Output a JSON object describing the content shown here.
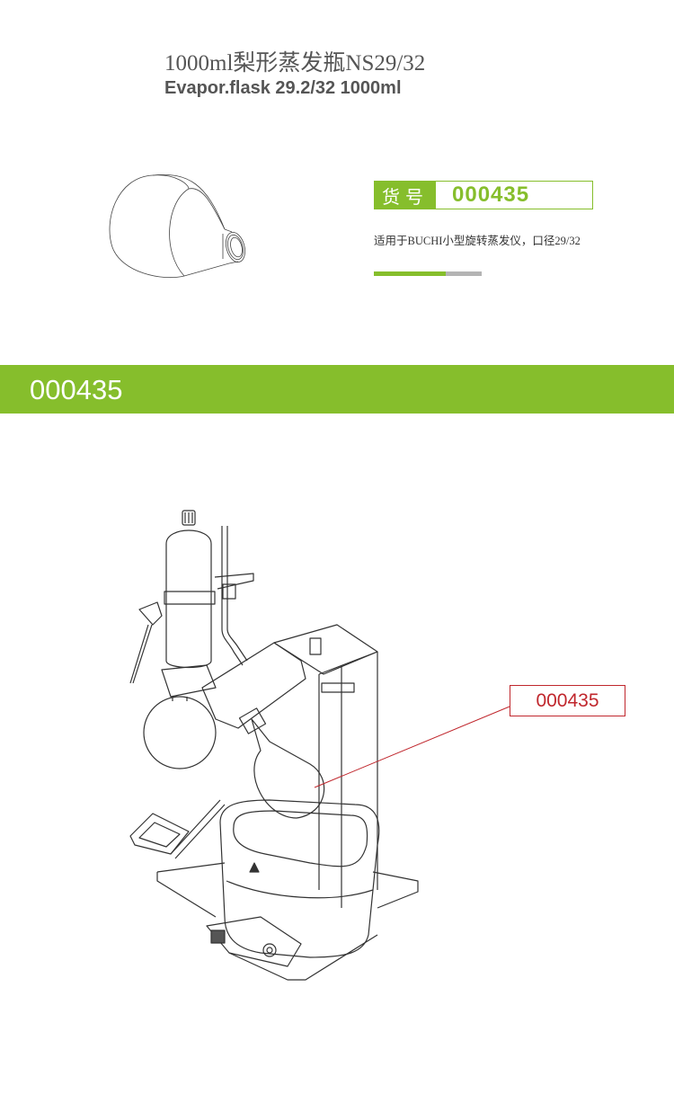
{
  "product": {
    "title_cn": "1000ml梨形蒸发瓶NS29/32",
    "title_en": "Evapor.flask 29.2/32 1000ml",
    "sku_label": "货号",
    "sku_value": "000435",
    "description": "适用于BUCHI小型旋转蒸发仪，口径29/32",
    "progress_percent": 67
  },
  "banner": {
    "code": "000435"
  },
  "diagram": {
    "callout_label": "000435",
    "callout_color": "#c0272d"
  },
  "colors": {
    "accent": "#86be2c",
    "progress_track": "#b4b4b4",
    "title_text": "#555555"
  }
}
